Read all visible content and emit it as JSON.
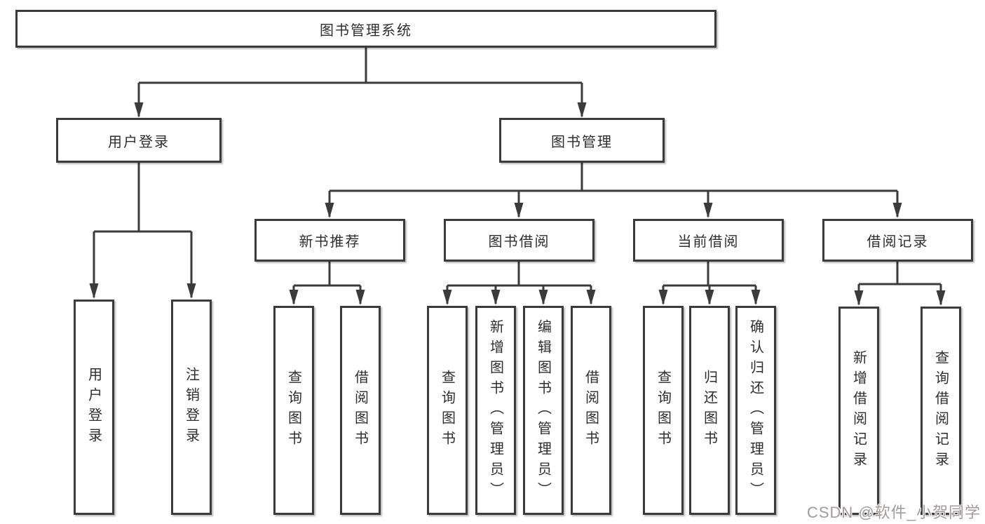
{
  "diagram": {
    "root": {
      "label": "图书管理系统"
    },
    "level1": [
      {
        "label": "用户登录"
      },
      {
        "label": "图书管理"
      }
    ],
    "level2": [
      {
        "label": "新书推荐"
      },
      {
        "label": "图书借阅"
      },
      {
        "label": "当前借阅"
      },
      {
        "label": "借阅记录"
      }
    ],
    "leaves": {
      "user_login": [
        "用户登录",
        "注销登录"
      ],
      "new_books": [
        "查询图书",
        "借阅图书"
      ],
      "book_borrow": [
        "查询图书",
        "新增图书（管理员）",
        "编辑图书（管理员）",
        "借阅图书"
      ],
      "current_borrow": [
        "查询图书",
        "归还图书",
        "确认归还（管理员）"
      ],
      "borrow_records": [
        "新增借阅记录",
        "查询借阅记录"
      ]
    },
    "colors": {
      "line": "#3b3b3b",
      "box_border": "#3b3b3b",
      "background": "#ffffff",
      "watermark": "#a39a9a"
    }
  },
  "watermark": {
    "text": "CSDN @软件_小贺同学"
  }
}
